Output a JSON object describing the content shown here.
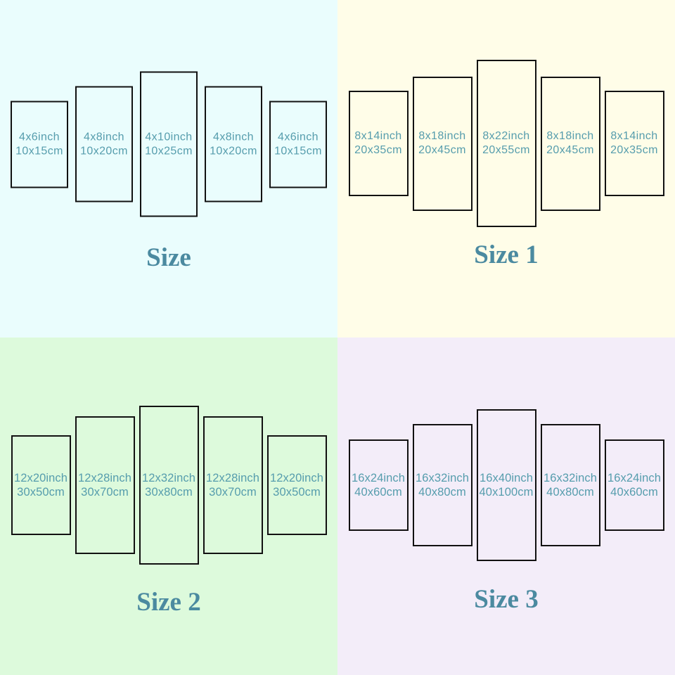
{
  "quadrants": [
    {
      "title": "Size",
      "background": "#eafdfd",
      "panels": [
        {
          "inches": "4x6inch",
          "cm": "10x15cm"
        },
        {
          "inches": "4x8inch",
          "cm": "10x20cm"
        },
        {
          "inches": "4x10inch",
          "cm": "10x25cm"
        },
        {
          "inches": "4x8inch",
          "cm": "10x20cm"
        },
        {
          "inches": "4x6inch",
          "cm": "10x15cm"
        }
      ]
    },
    {
      "title": "Size 1",
      "background": "#fffde8",
      "panels": [
        {
          "inches": "8x14inch",
          "cm": "20x35cm"
        },
        {
          "inches": "8x18inch",
          "cm": "20x45cm"
        },
        {
          "inches": "8x22inch",
          "cm": "20x55cm"
        },
        {
          "inches": "8x18inch",
          "cm": "20x45cm"
        },
        {
          "inches": "8x14inch",
          "cm": "20x35cm"
        }
      ]
    },
    {
      "title": "Size 2",
      "background": "#ddfadc",
      "panels": [
        {
          "inches": "12x20inch",
          "cm": "30x50cm"
        },
        {
          "inches": "12x28inch",
          "cm": "30x70cm"
        },
        {
          "inches": "12x32inch",
          "cm": "30x80cm"
        },
        {
          "inches": "12x28inch",
          "cm": "30x70cm"
        },
        {
          "inches": "12x20inch",
          "cm": "30x50cm"
        }
      ]
    },
    {
      "title": "Size 3",
      "background": "#f3edf9",
      "panels": [
        {
          "inches": "16x24inch",
          "cm": "40x60cm"
        },
        {
          "inches": "16x32inch",
          "cm": "40x80cm"
        },
        {
          "inches": "16x40inch",
          "cm": "40x100cm"
        },
        {
          "inches": "16x32inch",
          "cm": "40x80cm"
        },
        {
          "inches": "16x24inch",
          "cm": "40x60cm"
        }
      ]
    }
  ],
  "colors": {
    "panel_border": "#111111",
    "label_text": "#569dad",
    "title_text": "#4b8aa0",
    "background_top_left": "#eafdfd",
    "background_top_right": "#fffde8",
    "background_bottom_left": "#ddfadc",
    "background_bottom_right": "#f3edf9"
  }
}
